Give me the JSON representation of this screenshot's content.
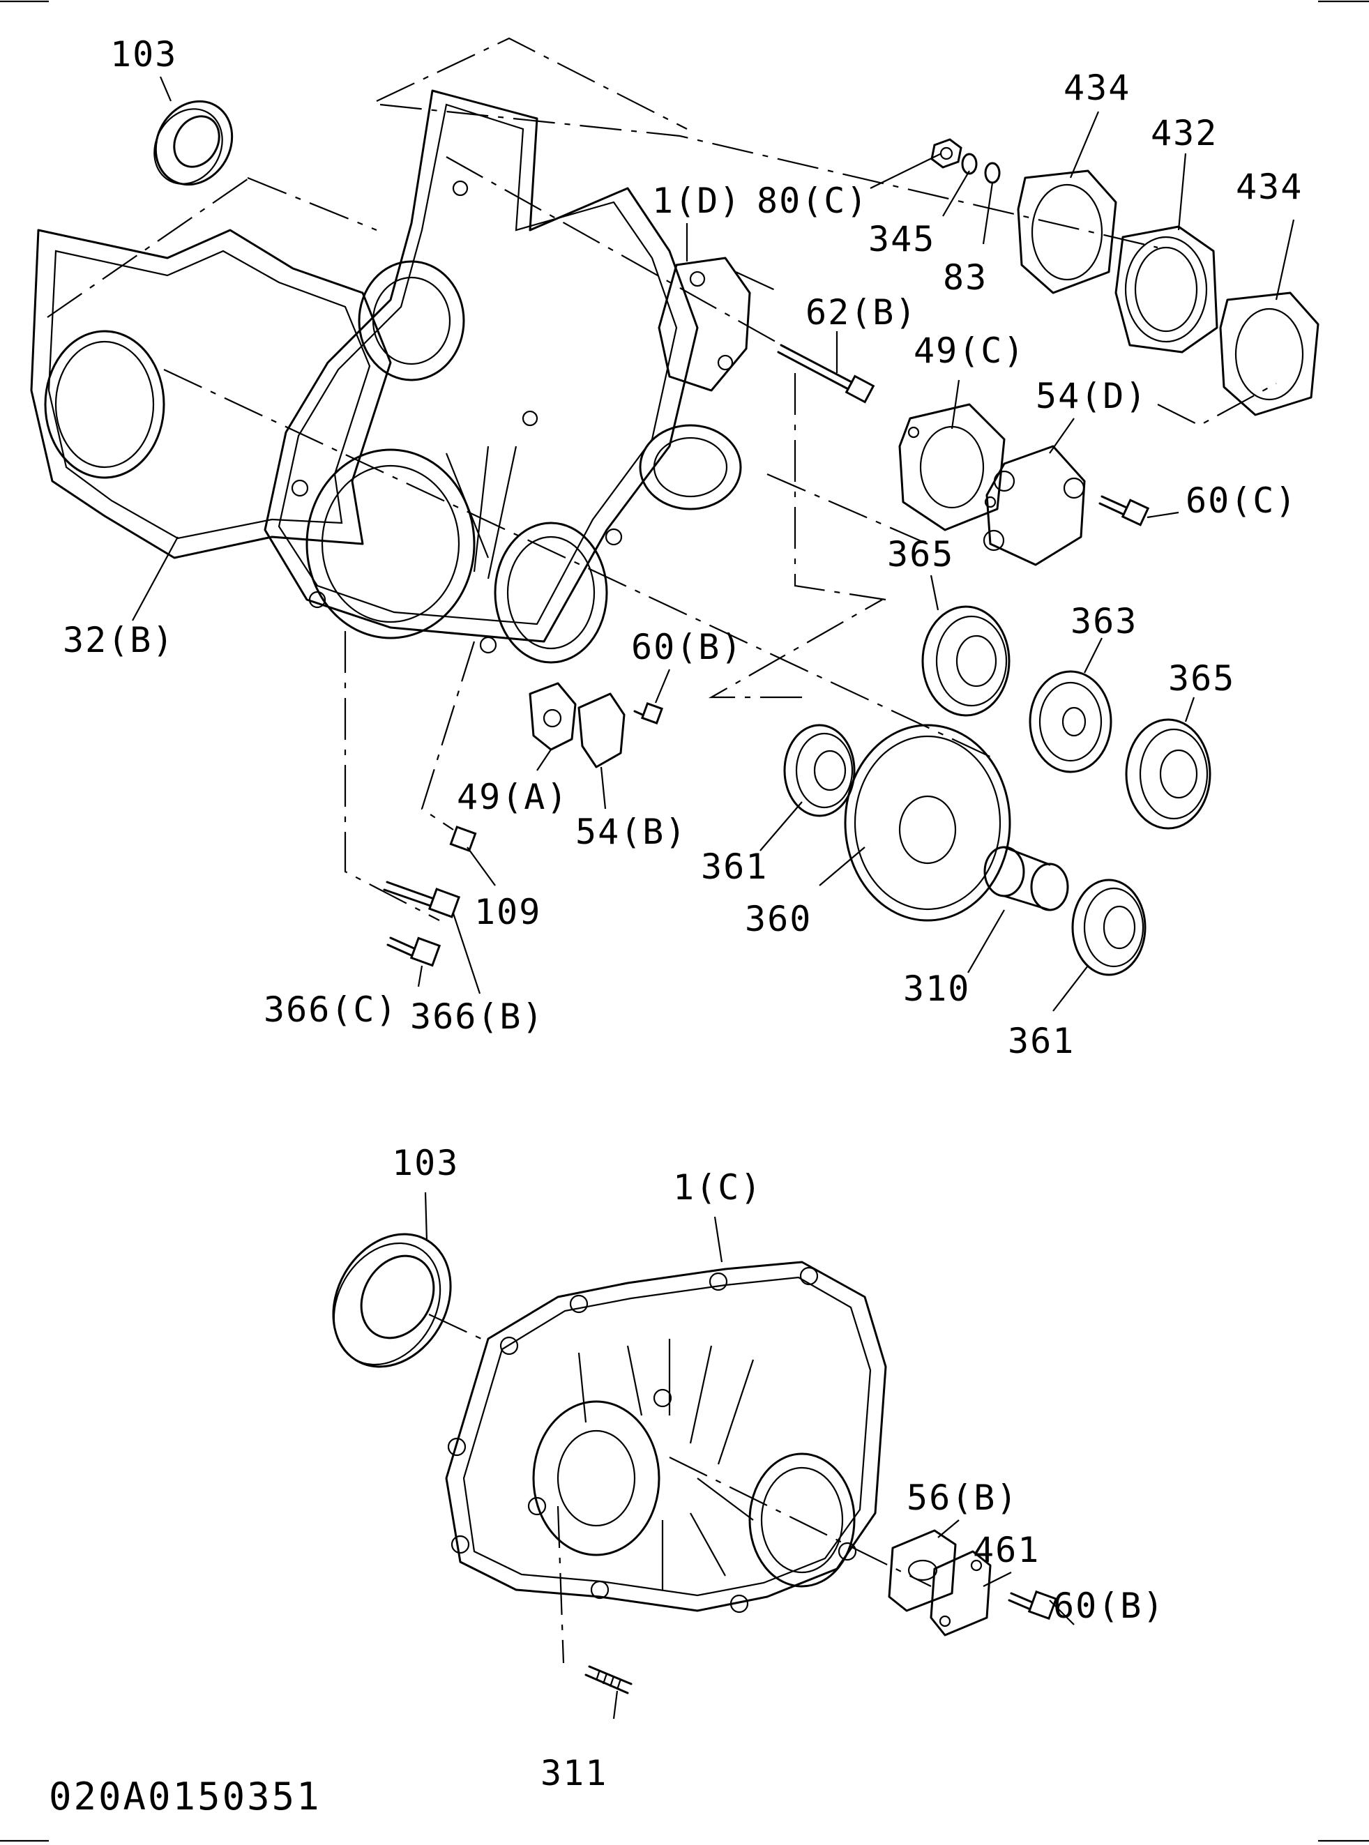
{
  "document_id": "020A0150351",
  "upper_assembly": {
    "labels": {
      "seal_103": "103",
      "cover_1d": "1(D)",
      "nut_80c": "80(C)",
      "washer_345": "345",
      "washer_83": "83",
      "gasket_434_top": "434",
      "housing_432": "432",
      "gasket_434_right": "434",
      "bolt_62b": "62(B)",
      "gasket_49c": "49(C)",
      "cap_54d": "54(D)",
      "bolt_60c": "60(C)",
      "gasket_32b": "32(B)",
      "bearing_365_left": "365",
      "gear_363": "363",
      "bearing_365_right": "365",
      "bolt_60b": "60(B)",
      "gasket_49a": "49(A)",
      "plate_54b": "54(B)",
      "bearing_361_left": "361",
      "gear_360": "360",
      "plug_109": "109",
      "shaft_310": "310",
      "bearing_361_right": "361",
      "bolt_366c": "366(C)",
      "bolt_366b": "366(B)"
    }
  },
  "lower_assembly": {
    "labels": {
      "seal_103": "103",
      "cover_1c": "1(C)",
      "gasket_56b": "56(B)",
      "plate_461": "461",
      "bolt_60b": "60(B)",
      "stud_311": "311"
    }
  }
}
